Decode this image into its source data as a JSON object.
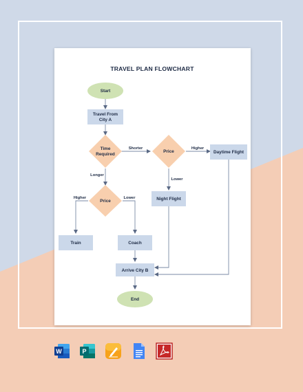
{
  "document": {
    "title": "TRAVEL PLAN FLOWCHART"
  },
  "flowchart": {
    "nodes": {
      "start": "Start",
      "travel_from_line1": "Travel From",
      "travel_from_line2": "City A",
      "time_line1": "Time",
      "time_line2": "Required",
      "price_right": "Price",
      "daytime_flight": "Daytime Flight",
      "night_flight": "Night Flight",
      "price_left": "Price",
      "train": "Train",
      "coach": "Coach",
      "arrive": "Arrive City B",
      "end": "End"
    },
    "edges": {
      "shorter": "Shorter",
      "longer": "Longer",
      "higher_right": "Higher",
      "lower_right": "Lower",
      "higher_left": "Higher",
      "lower_left": "Lower"
    }
  },
  "colors": {
    "background_blue": "#cfd9e8",
    "background_peach": "#f4cdb6",
    "process_fill": "#cbd8ea",
    "decision_fill": "#f8cfae",
    "terminal_fill": "#cfe2b3",
    "line": "#7a8aa6"
  },
  "file_formats": [
    {
      "name": "word-icon",
      "letter": "W",
      "color": "#2b5797"
    },
    {
      "name": "publisher-icon",
      "letter": "P",
      "color": "#077568"
    },
    {
      "name": "pages-icon",
      "letter": "",
      "color": "#f5a623"
    },
    {
      "name": "google-docs-icon",
      "letter": "",
      "color": "#4285f4"
    },
    {
      "name": "pdf-icon",
      "letter": "",
      "color": "#b71c1c"
    }
  ]
}
